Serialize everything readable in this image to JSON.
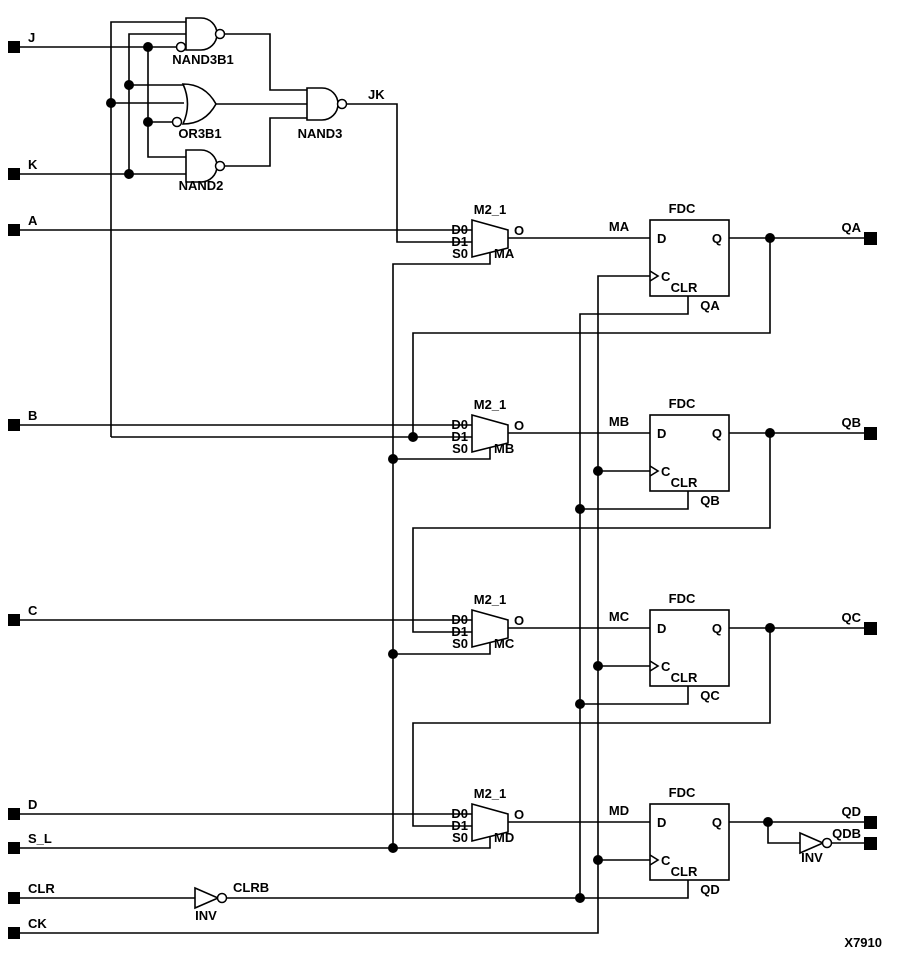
{
  "figure_label": "X7910",
  "colors": {
    "line": "#000000",
    "background": "#ffffff"
  },
  "inputs": {
    "j": "J",
    "k": "K",
    "a": "A",
    "b": "B",
    "c": "C",
    "d": "D",
    "s_l": "S_L",
    "clr": "CLR",
    "ck": "CK"
  },
  "outputs": {
    "qa": "QA",
    "qb": "QB",
    "qc": "QC",
    "qd": "QD",
    "qdb": "QDB"
  },
  "gates": {
    "nand3b1": "NAND3B1",
    "or3b1": "OR3B1",
    "nand2": "NAND2",
    "nand3": "NAND3",
    "inv_clr": "INV",
    "inv_qd": "INV"
  },
  "nets": {
    "jk": "JK",
    "clrb": "CLRB"
  },
  "mux": {
    "type": "M2_1",
    "d0": "D0",
    "d1": "D1",
    "s0": "S0",
    "o": "O"
  },
  "flipflop": {
    "type": "FDC",
    "d": "D",
    "q": "Q",
    "c": "C",
    "clr": "CLR"
  },
  "stages": [
    {
      "mux_net": "MA",
      "ff_net": "QA",
      "output": "QA"
    },
    {
      "mux_net": "MB",
      "ff_net": "QB",
      "output": "QB"
    },
    {
      "mux_net": "MC",
      "ff_net": "QC",
      "output": "QC"
    },
    {
      "mux_net": "MD",
      "ff_net": "QD",
      "output": "QD"
    }
  ]
}
